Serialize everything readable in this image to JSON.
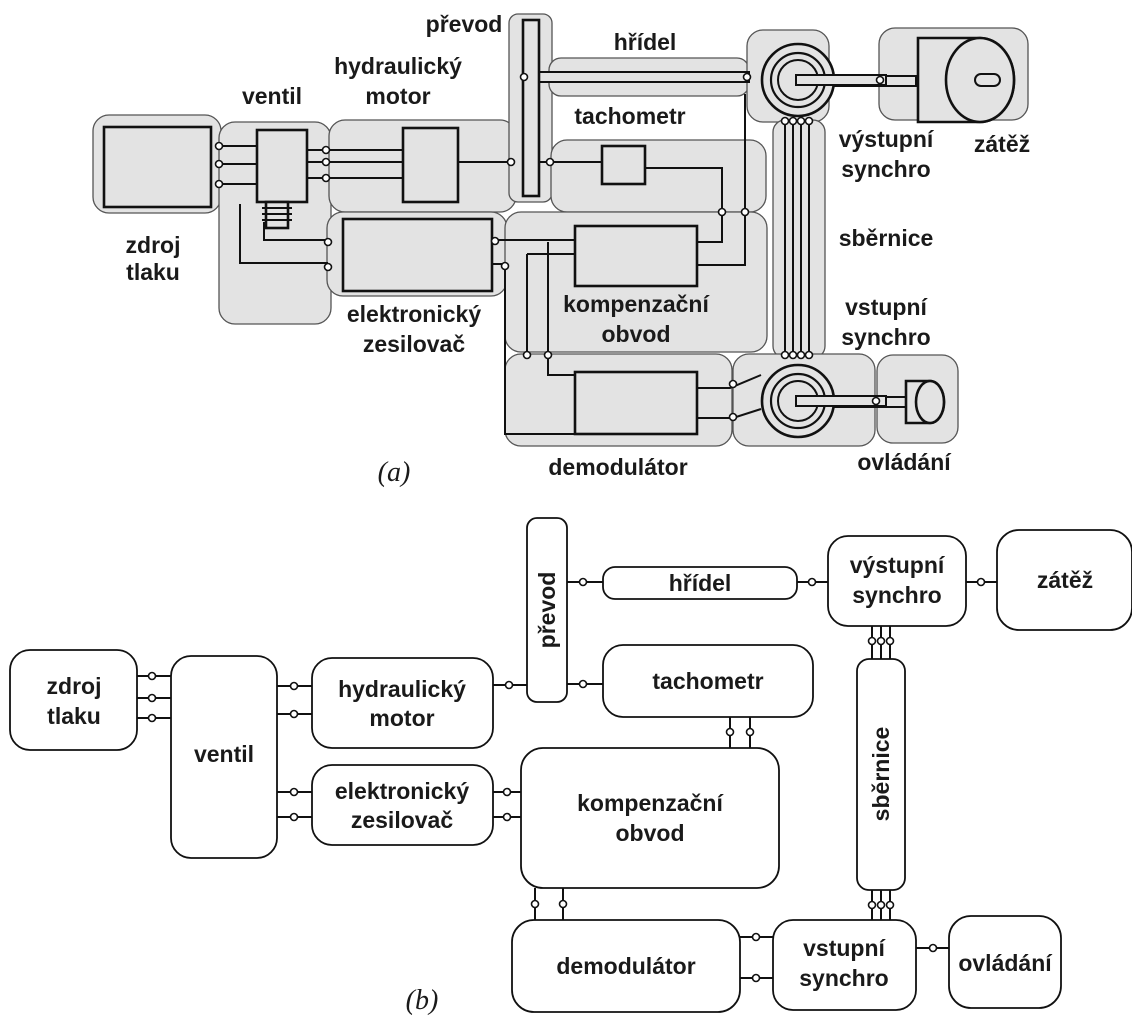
{
  "diagram_a": {
    "caption": "(a)",
    "labels": {
      "prevod": "převod",
      "hridel": "hřídel",
      "hydraulicky_1": "hydraulický",
      "hydraulicky_2": "motor",
      "ventil": "ventil",
      "tachometr": "tachometr",
      "vystupni_1": "výstupní",
      "vystupni_2": "synchro",
      "zatez": "zátěž",
      "zdroj_1": "zdroj",
      "zdroj_2": "tlaku",
      "sbernice": "sběrnice",
      "vstupni_1": "vstupní",
      "vstupni_2": "synchro",
      "kompenzacni_1": "kompenzační",
      "kompenzacni_2": "obvod",
      "elektronicky_1": "elektronický",
      "elektronicky_2": "zesilovač",
      "demodulator": "demodulátor",
      "ovladani": "ovládání"
    }
  },
  "diagram_b": {
    "caption": "(b)",
    "blocks": {
      "prevod": "převod",
      "hridel": "hřídel",
      "vystupni_1": "výstupní",
      "vystupni_2": "synchro",
      "zatez": "zátěž",
      "zdroj_1": "zdroj",
      "zdroj_2": "tlaku",
      "ventil": "ventil",
      "hydraulicky_1": "hydraulický",
      "hydraulicky_2": "motor",
      "tachometr": "tachometr",
      "elektronicky_1": "elektronický",
      "elektronicky_2": "zesilovač",
      "kompenzacni_1": "kompenzační",
      "kompenzacni_2": "obvod",
      "sbernice": "sběrnice",
      "demodulator": "demodulátor",
      "vstupni_1": "vstupní",
      "vstupni_2": "synchro",
      "ovladani": "ovládání"
    }
  }
}
